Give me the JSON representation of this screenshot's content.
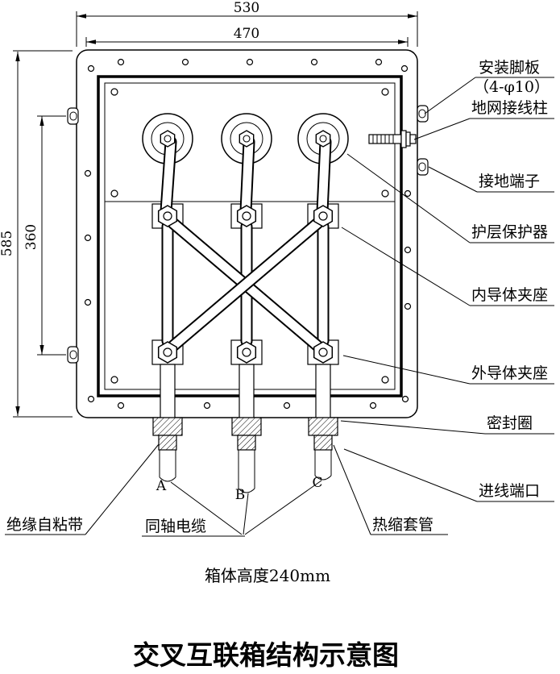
{
  "title": "交叉互联箱结构示意图",
  "caption": "箱体高度240mm",
  "dims": {
    "width_outer": "530",
    "width_inner": "470",
    "height_outer": "585",
    "height_inner": "360"
  },
  "phases": {
    "a": "A",
    "b": "B",
    "c": "C"
  },
  "callouts": {
    "mounting_foot": "安装脚板",
    "mounting_foot_spec": "（4-φ10）",
    "ground_grid_terminal": "地网接线柱",
    "earthing_terminal": "接地端子",
    "sheath_protector": "护层保护器",
    "inner_conductor_clamp": "内导体夹座",
    "outer_conductor_clamp": "外导体夹座",
    "sealing_ring": "密封圈",
    "inlet_port": "进线端口",
    "insulating_tape": "绝缘自粘带",
    "coaxial_cable": "同轴电缆",
    "heat_shrink_tube": "热缩套管"
  },
  "colors": {
    "line": "#000000",
    "background": "#ffffff"
  }
}
